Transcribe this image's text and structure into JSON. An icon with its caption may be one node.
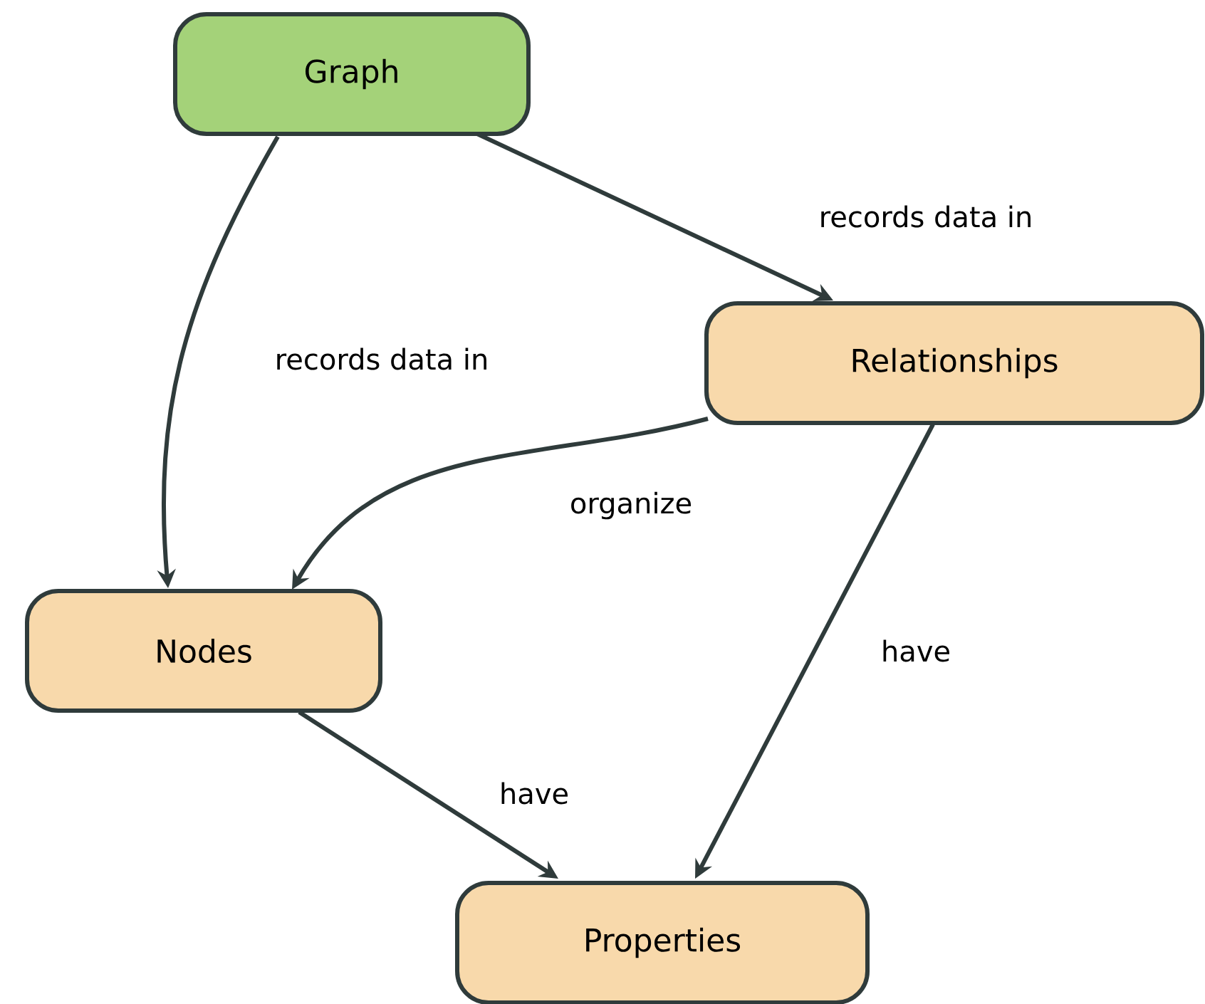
{
  "diagram": {
    "nodes": [
      {
        "text": [
          "Graph"
        ]
      },
      {
        "text": [
          "Relationships"
        ]
      },
      {
        "text": [
          "Nodes"
        ]
      },
      {
        "text": [
          "Properties"
        ]
      }
    ],
    "edges": [
      {
        "from": 0,
        "to": 1,
        "arrow": "to",
        "label": "records data in"
      },
      {
        "from": 0,
        "to": 2,
        "arrow": "to",
        "label": "records data in"
      },
      {
        "from": 1,
        "to": 2,
        "arrow": "to",
        "label": "organize"
      },
      {
        "from": 2,
        "to": 3,
        "arrow": "to",
        "label": "have"
      },
      {
        "from": 1,
        "to": 3,
        "arrow": "to",
        "label": "have"
      }
    ]
  }
}
